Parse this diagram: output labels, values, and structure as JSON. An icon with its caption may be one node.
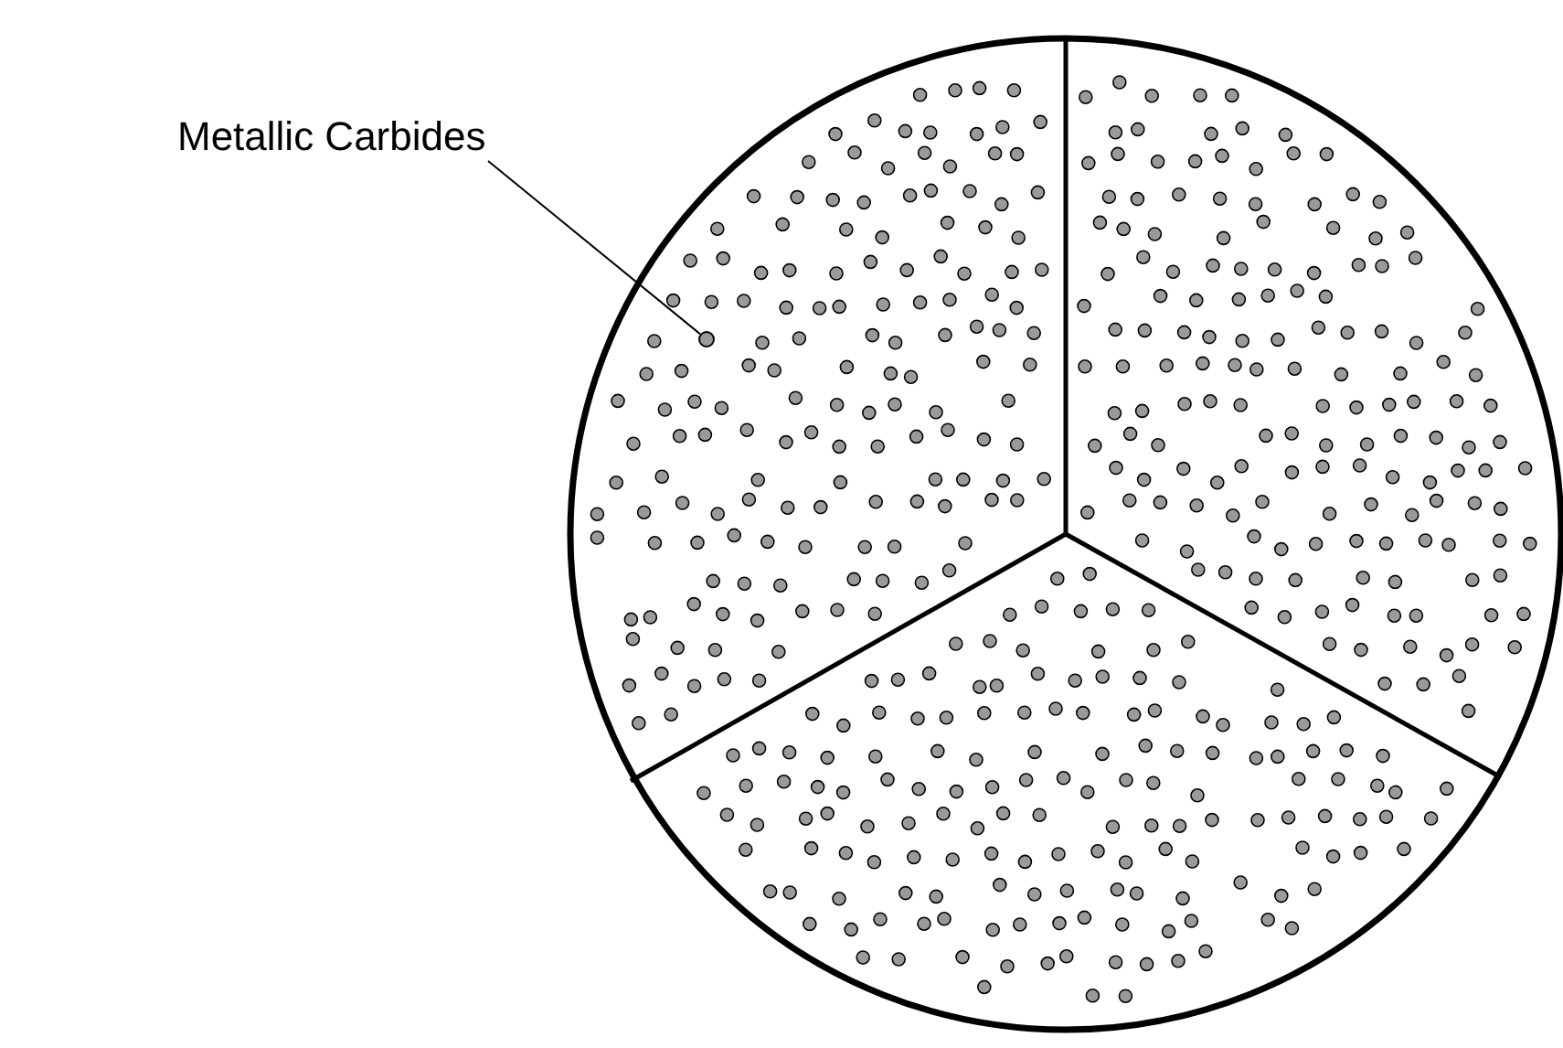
{
  "diagram": {
    "nodes": [
      {
        "text": [
          "Metallic Carbides"
        ]
      },
      {
        "text": [],
        "shape": "circle"
      }
    ],
    "edges": [
      {
        "from": 0,
        "to": 1,
        "arrow": "none"
      }
    ]
  }
}
